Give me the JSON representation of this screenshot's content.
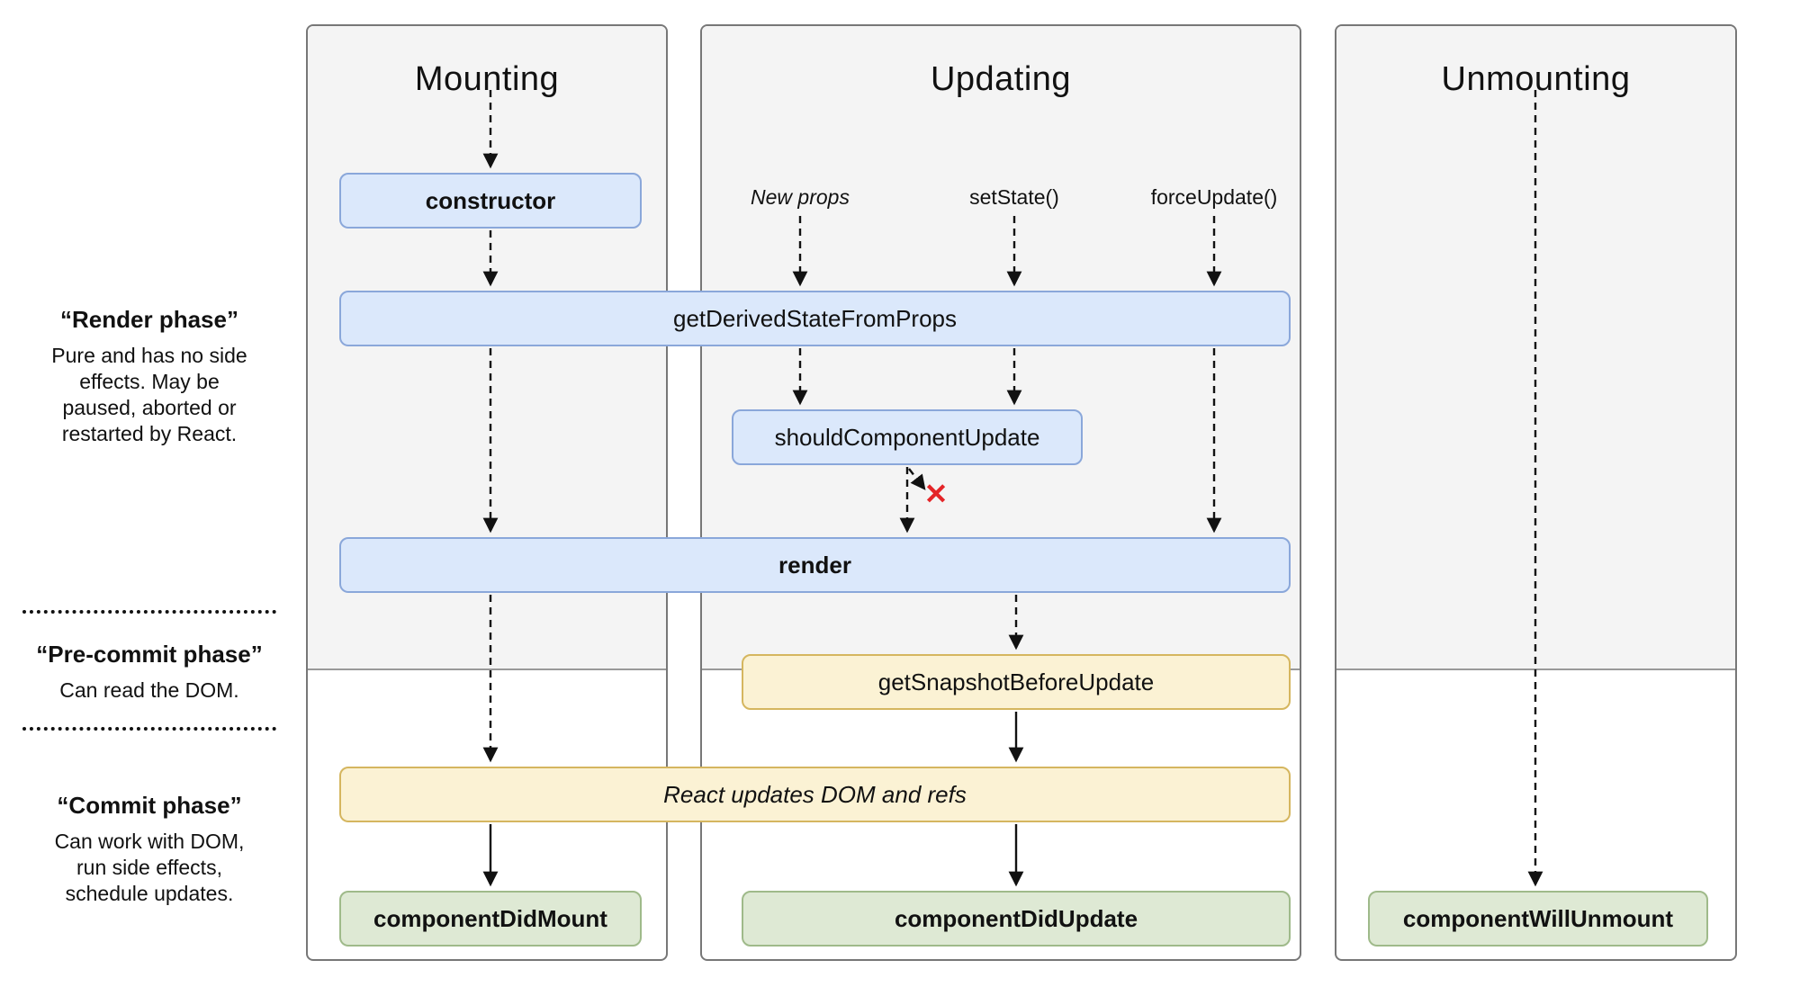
{
  "colors": {
    "panel_bg": "#f4f4f4",
    "panel_border": "#777777",
    "panel_divider": "#999999",
    "blue_fill": "#dbe8fb",
    "blue_border": "#8aa7da",
    "yellow_fill": "#fbf2d4",
    "yellow_border": "#d5b65f",
    "green_fill": "#dee9d4",
    "green_border": "#9fba8a",
    "arrow": "#111111",
    "cancel_x": "#e42528"
  },
  "panels": {
    "mounting": {
      "title": "Mounting"
    },
    "updating": {
      "title": "Updating"
    },
    "unmounting": {
      "title": "Unmounting"
    }
  },
  "triggers": {
    "new_props": "New props",
    "set_state": "setState()",
    "force_update": "forceUpdate()"
  },
  "boxes": {
    "constructor": "constructor",
    "get_derived_state_from_props": "getDerivedStateFromProps",
    "should_component_update": "shouldComponentUpdate",
    "render": "render",
    "get_snapshot_before_update": "getSnapshotBeforeUpdate",
    "react_updates": "React updates DOM and refs",
    "component_did_mount": "componentDidMount",
    "component_did_update": "componentDidUpdate",
    "component_will_unmount": "componentWillUnmount"
  },
  "phases": {
    "render": {
      "title": "“Render phase”",
      "description": "Pure and has no side\neffects. May be\npaused, aborted or\nrestarted by React."
    },
    "pre_commit": {
      "title": "“Pre-commit phase”",
      "description": "Can read the DOM."
    },
    "commit": {
      "title": "“Commit phase”",
      "description": "Can work with DOM,\nrun side effects,\nschedule updates."
    }
  },
  "icons": {
    "cancel_x": "✕"
  }
}
